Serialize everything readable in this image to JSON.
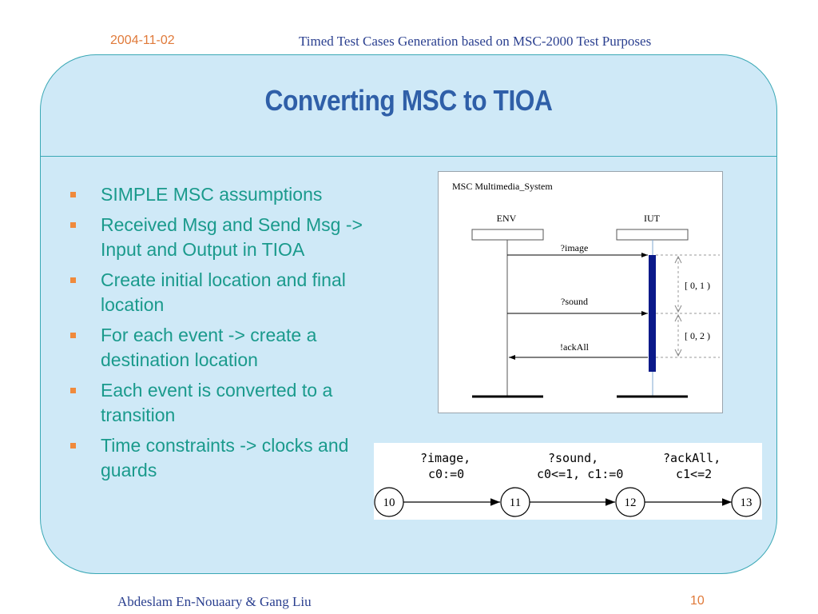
{
  "header": {
    "date": "2004-11-02",
    "title": "Timed Test Cases Generation based on MSC-2000 Test Purposes"
  },
  "slide": {
    "title": "Converting MSC to TIOA",
    "bullets": [
      "SIMPLE MSC assumptions",
      "Received Msg and Send Msg -> Input and Output in TIOA",
      "Create initial location and final location",
      "For each event -> create a destination location",
      "Each event is converted to a transition",
      "Time constraints -> clocks and guards"
    ]
  },
  "msc_diagram": {
    "name": "MSC  Multimedia_System",
    "instances": [
      "ENV",
      "IUT"
    ],
    "messages": [
      "?image",
      "?sound",
      "!ackAll"
    ],
    "constraints": [
      "[ 0, 1 )",
      "[ 0, 2 )"
    ]
  },
  "tioa_diagram": {
    "states": [
      "10",
      "11",
      "12",
      "13"
    ],
    "transitions": [
      {
        "event": "?image,",
        "action": "c0:=0"
      },
      {
        "event": "?sound,",
        "action": "c0<=1,  c1:=0"
      },
      {
        "event": "?ackAll,",
        "action": "c1<=2"
      }
    ]
  },
  "footer": {
    "author": "Abdeslam En-Nouaary & Gang Liu",
    "page": "10"
  },
  "colors": {
    "panel_bg": "#cfe9f7",
    "panel_border": "#3aa8b5",
    "title": "#2f5fa8",
    "bullet_text": "#1a9a8c",
    "bullet_mark": "#f08a3c",
    "header_accent": "#e07a3a",
    "header_text": "#2a3f8f",
    "activation_bar": "#0b1a8a"
  }
}
